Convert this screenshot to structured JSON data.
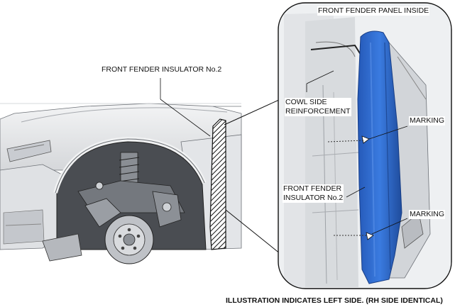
{
  "labels": {
    "main_insulator": "FRONT FENDER INSULATOR No.2",
    "inset_title": "FRONT FENDER PANEL INSIDE",
    "cowl_reinforcement": "COWL SIDE\nREINFORCEMENT",
    "inset_insulator": "FRONT FENDER\nINSULATOR No.2",
    "marking_upper": "MARKING",
    "marking_lower": "MARKING"
  },
  "caption": "ILLUSTRATION INDICATES LEFT SIDE. (RH SIDE IDENTICAL)",
  "colors": {
    "insulator_blue": "#2f6fd6",
    "insulator_blue_dark": "#1d4fa6",
    "line": "#111111",
    "car_body": "#e6e7e9",
    "car_shadow": "#9a9ea4",
    "suspension": "#5a5d62"
  }
}
